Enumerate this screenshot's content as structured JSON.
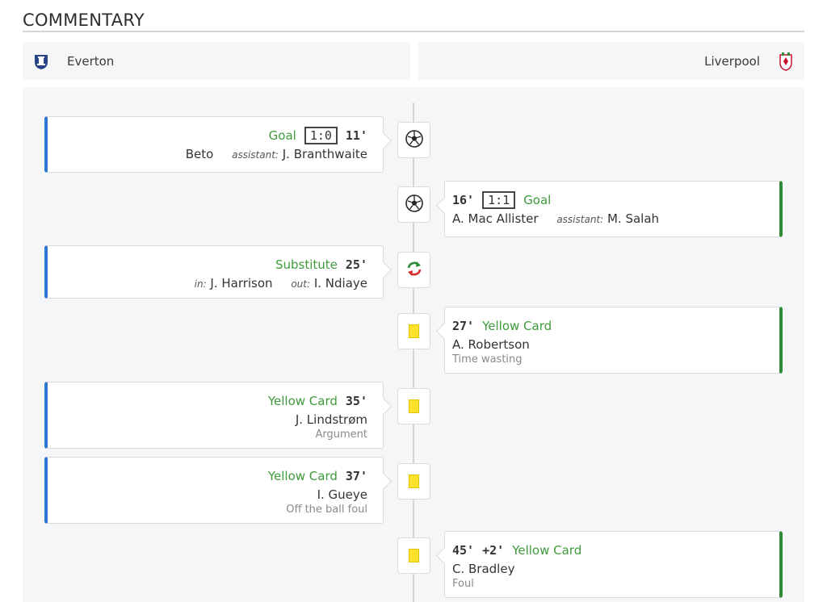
{
  "header": {
    "title": "COMMENTARY"
  },
  "teams": {
    "home": {
      "name": "Everton",
      "crest_icon": "everton-crest-icon",
      "color": "#2f78d6"
    },
    "away": {
      "name": "Liverpool",
      "crest_icon": "liverpool-crest-icon",
      "color": "#2e8b37"
    }
  },
  "events": [
    {
      "side": "home",
      "type": "Goal",
      "score": "1:0",
      "minute": "11'",
      "player": "Beto",
      "assist_label": "assistant:",
      "assist": "J. Branthwaite",
      "icon": "football-icon"
    },
    {
      "side": "away",
      "type": "Goal",
      "score": "1:1",
      "minute": "16'",
      "player": "A. Mac Allister",
      "assist_label": "assistant:",
      "assist": "M. Salah",
      "icon": "football-icon"
    },
    {
      "side": "home",
      "type": "Substitute",
      "minute": "25'",
      "in_label": "in:",
      "in": "J. Harrison",
      "out_label": "out:",
      "out": "I. Ndiaye",
      "icon": "substitution-icon"
    },
    {
      "side": "away",
      "type": "Yellow Card",
      "minute": "27'",
      "player": "A. Robertson",
      "reason": "Time wasting",
      "icon": "yellow-card-icon"
    },
    {
      "side": "home",
      "type": "Yellow Card",
      "minute": "35'",
      "player": "J. Lindstrøm",
      "reason": "Argument",
      "icon": "yellow-card-icon"
    },
    {
      "side": "home",
      "type": "Yellow Card",
      "minute": "37'",
      "player": "I. Gueye",
      "reason": "Off the ball foul",
      "icon": "yellow-card-icon"
    },
    {
      "side": "away",
      "type": "Yellow Card",
      "minute": "45'",
      "added": "+2'",
      "player": "C. Bradley",
      "reason": "Foul",
      "icon": "yellow-card-icon"
    }
  ],
  "colors": {
    "event_type": "#3e9a3a",
    "home_accent": "#2f78d6",
    "away_accent": "#2e8b37",
    "yellow_card": "#fde12b"
  }
}
